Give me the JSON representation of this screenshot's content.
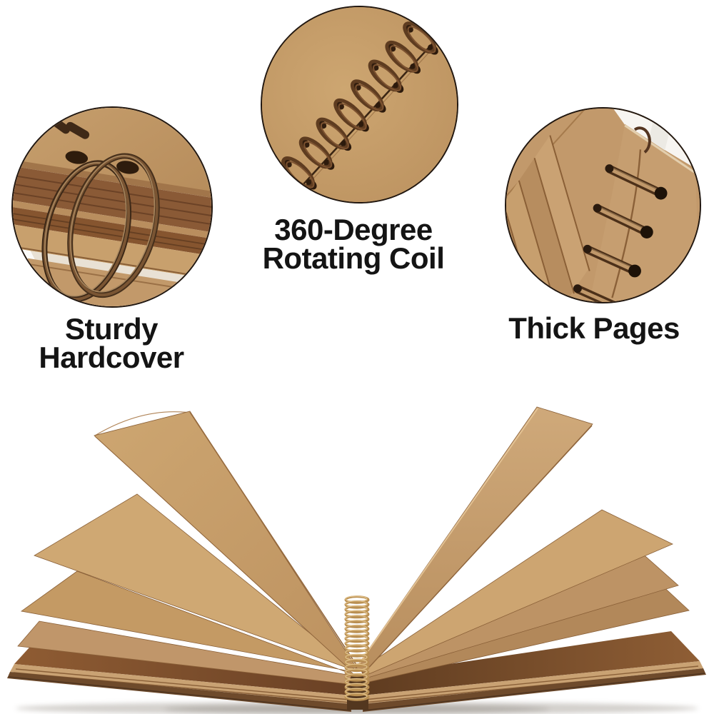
{
  "background_color": "#ffffff",
  "text_color": "#141414",
  "features": [
    {
      "name": "sturdy-hardcover",
      "line1": "Sturdy",
      "line2": "Hardcover",
      "photo": "hardcover-corner-with-bronze-binder-rings-photo"
    },
    {
      "name": "rotating-coil",
      "line1": "360-Degree",
      "line2": "Rotating Coil",
      "photo": "spiral-coil-binding-closeup-photo"
    },
    {
      "name": "thick-pages",
      "line1": "Thick Pages",
      "line2": "",
      "photo": "layered-thick-pages-with-coil-loops-photo"
    }
  ],
  "hero": {
    "name": "open-scrapbook-fanned-pages-photo"
  },
  "colors": {
    "kraft": "#c79e6a",
    "kraft_bright": "#cfa873",
    "kraft_shadow": "#b2885a",
    "page_block_brown": "#8a5a36",
    "cover_edge_dark": "#5e3f26",
    "coil_gold": "#b98f52",
    "coil_bronze_dark": "#4c3019",
    "circle_border": "#211710"
  }
}
